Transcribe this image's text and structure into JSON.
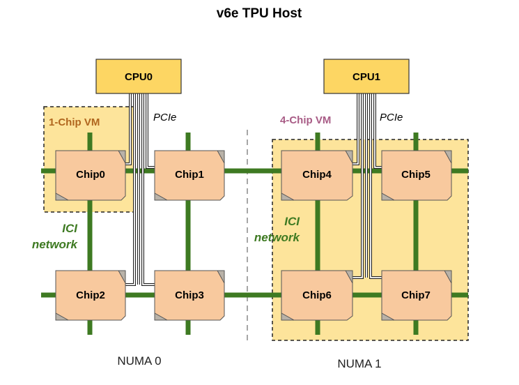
{
  "title": "v6e TPU Host",
  "cpus": [
    {
      "label": "CPU0",
      "pcie_label": "PCIe"
    },
    {
      "label": "CPU1",
      "pcie_label": "PCIe"
    }
  ],
  "chips": [
    "Chip0",
    "Chip1",
    "Chip2",
    "Chip3",
    "Chip4",
    "Chip5",
    "Chip6",
    "Chip7"
  ],
  "vms": [
    {
      "label": "1-Chip VM",
      "color": "#b0661e"
    },
    {
      "label": "4-Chip VM",
      "color": "#a85c86"
    }
  ],
  "ici_labels": [
    {
      "line1": "ICI",
      "line2": "network"
    },
    {
      "line1": "ICI",
      "line2": "network"
    }
  ],
  "numa": [
    "NUMA 0",
    "NUMA 1"
  ],
  "colors": {
    "cpu_fill": "#fdd663",
    "chip_fill": "#f8c99e",
    "vm_fill": "#fde49b",
    "ici_green": "#3e7a22",
    "outline": "#333333"
  }
}
